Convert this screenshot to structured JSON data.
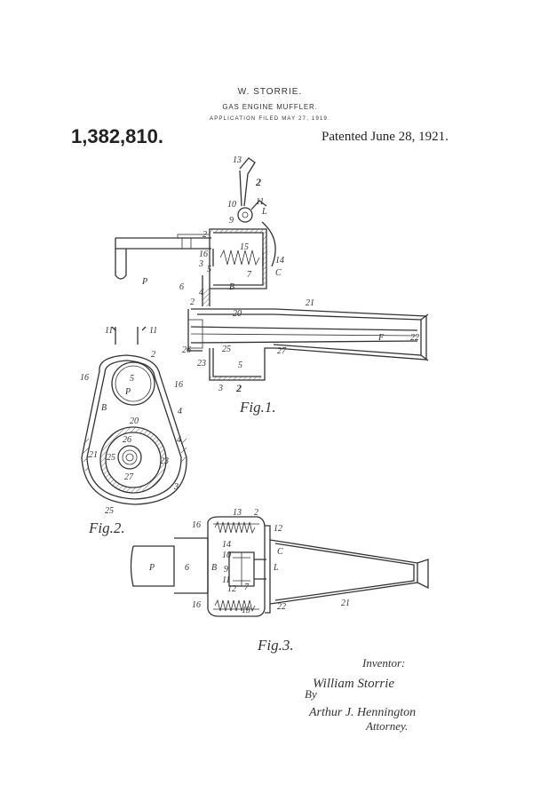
{
  "header": {
    "inventor": "W. STORRIE.",
    "title": "GAS ENGINE MUFFLER.",
    "filed": "APPLICATION FILED MAY 27, 1919.",
    "patent_number": "1,382,810.",
    "patent_date": "Patented June 28, 1921."
  },
  "figures": {
    "fig1": "Fig.1.",
    "fig2": "Fig.2.",
    "fig3": "Fig.3."
  },
  "signature": {
    "inventor_label": "Inventor:",
    "inventor_name": "William Storrie",
    "by": "By",
    "attorney_name": "Arthur J. Hennington",
    "attorney_label": "Attorney."
  }
}
